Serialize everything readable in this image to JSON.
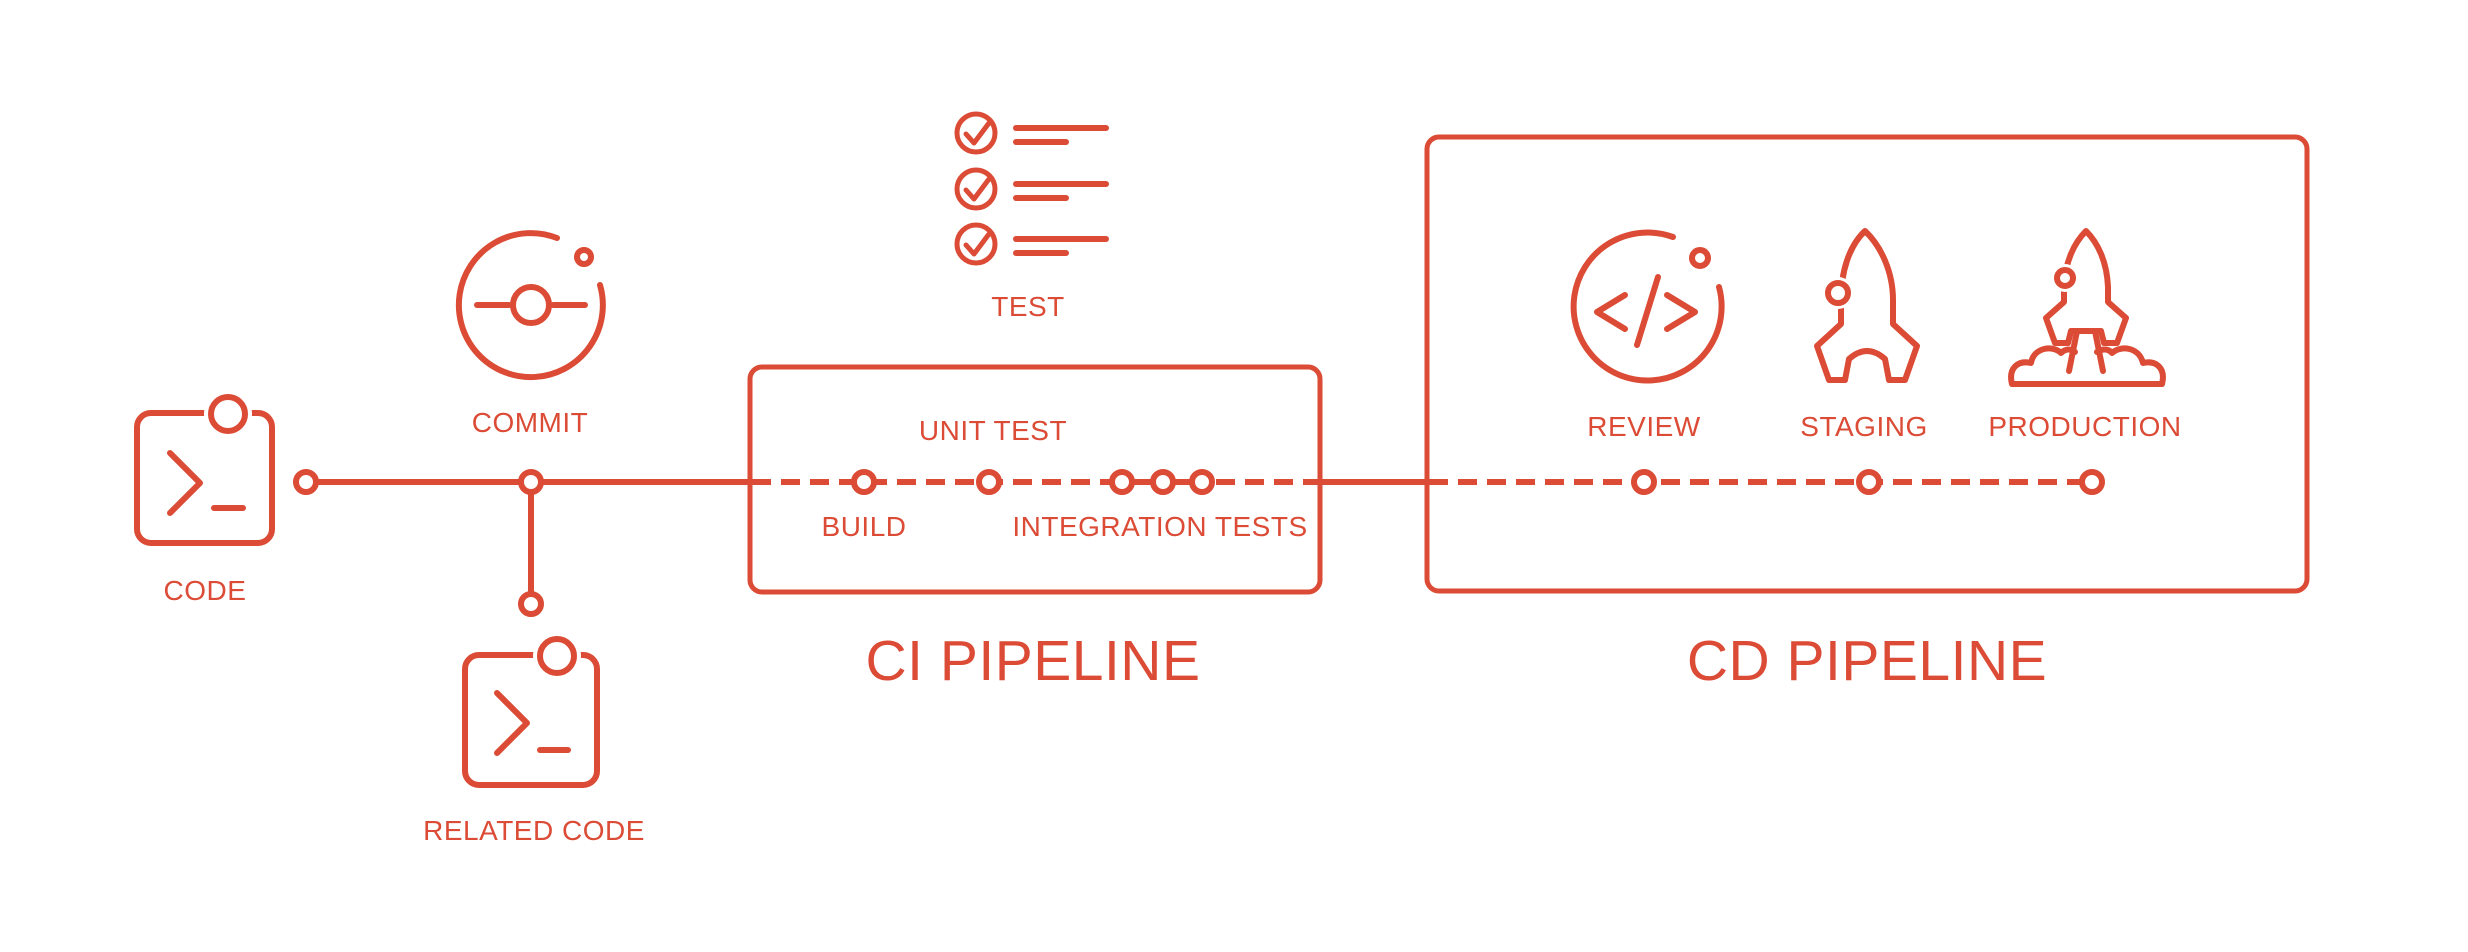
{
  "colors": {
    "accent": "#DB4B35",
    "background": "#FFFFFF"
  },
  "diagram": {
    "code": {
      "label": "CODE",
      "icon": "terminal-window-icon"
    },
    "commit": {
      "label": "COMMIT",
      "icon": "git-commit-orbit-icon"
    },
    "related_code": {
      "label": "RELATED CODE",
      "icon": "terminal-window-icon"
    },
    "test": {
      "label": "TEST",
      "icon": "checklist-icon"
    },
    "ci_pipeline": {
      "title": "CI PIPELINE",
      "build_label": "BUILD",
      "unit_test_label": "UNIT TEST",
      "integration_tests_label": "INTEGRATION TESTS"
    },
    "cd_pipeline": {
      "title": "CD PIPELINE",
      "review": {
        "label": "REVIEW",
        "icon": "code-review-icon"
      },
      "staging": {
        "label": "STAGING",
        "icon": "rocket-icon"
      },
      "production": {
        "label": "PRODUCTION",
        "icon": "rocket-launch-icon"
      }
    }
  }
}
